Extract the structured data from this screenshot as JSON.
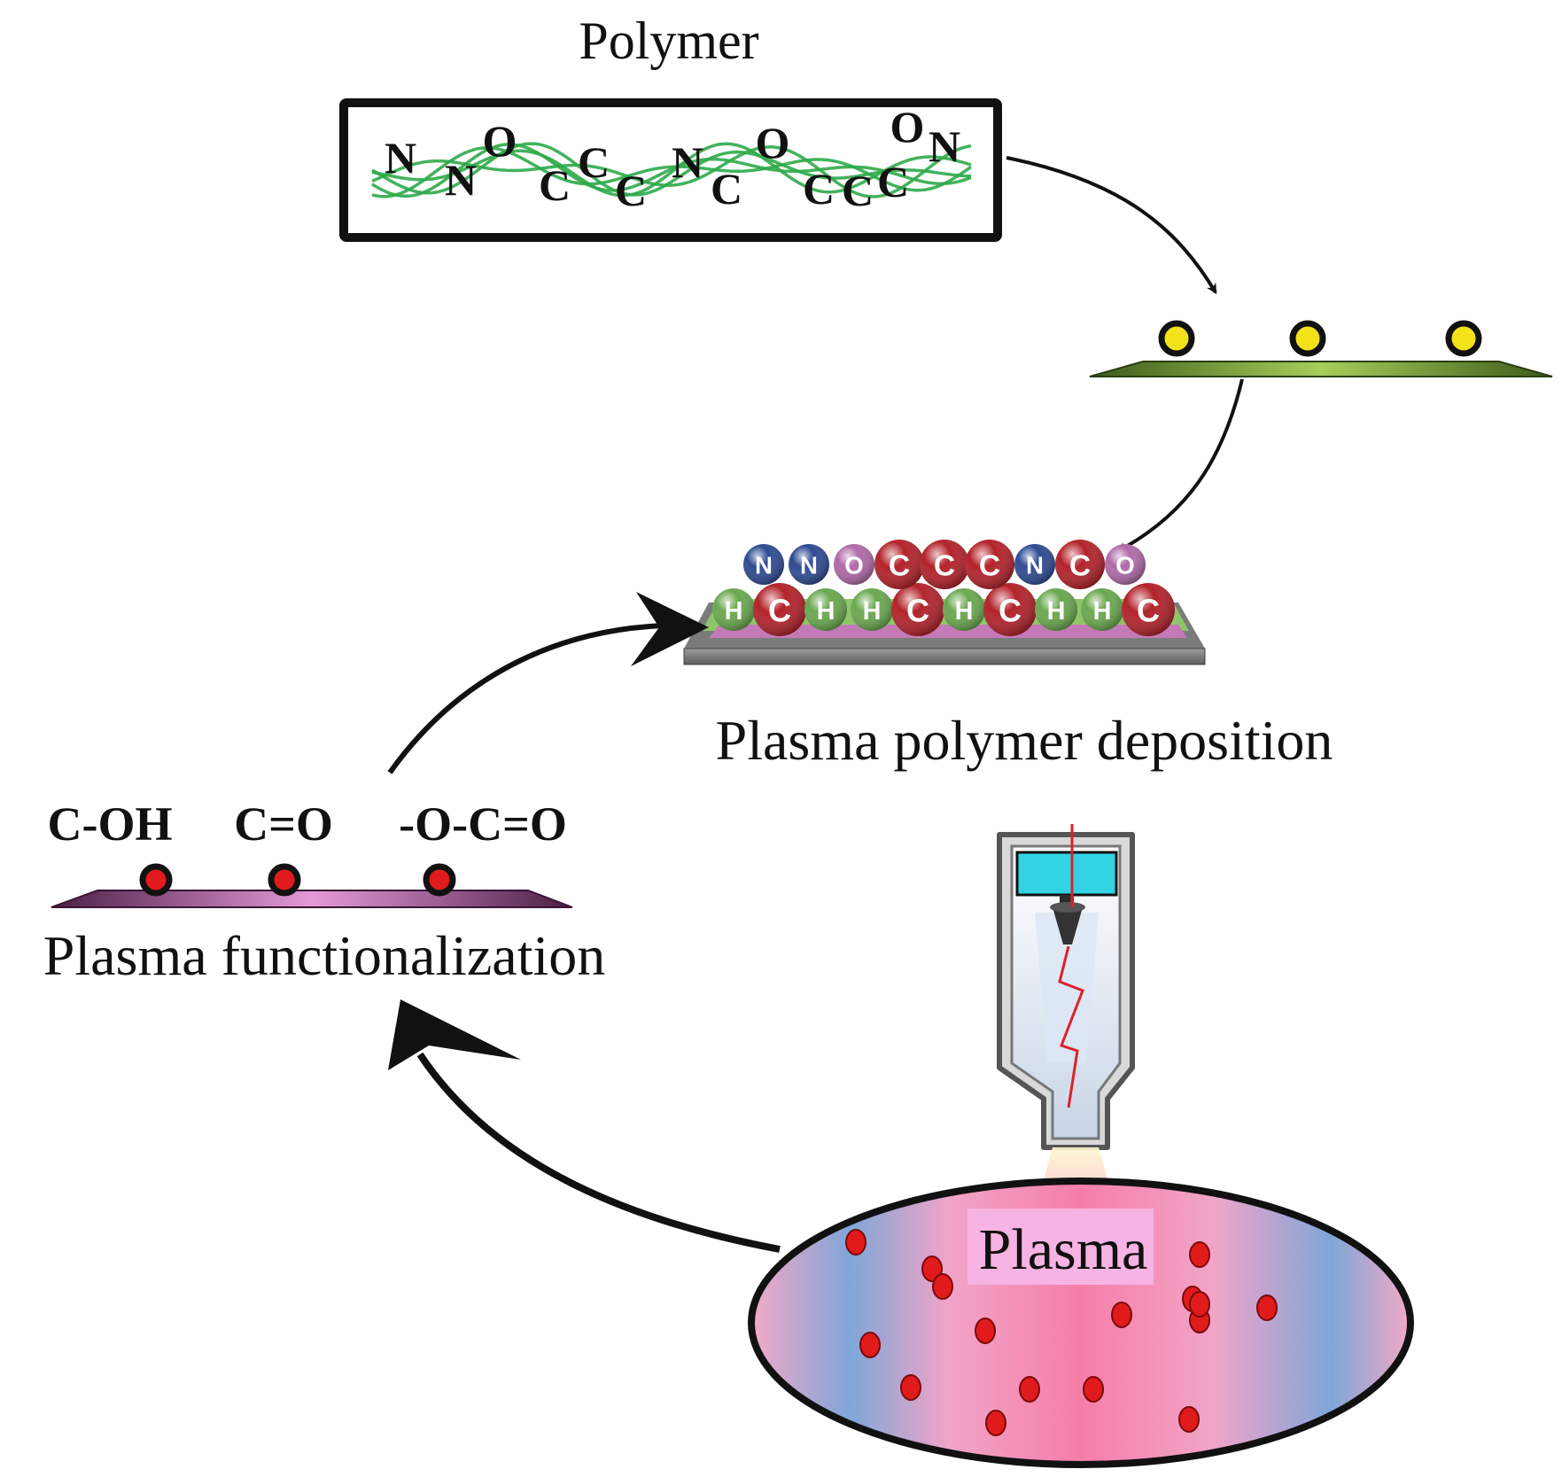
{
  "labels": {
    "polymer": "Polymer",
    "deposition": "Plasma polymer deposition",
    "functionalization": "Plasma functionalization",
    "plasma": "Plasma"
  },
  "functional_groups": [
    "C-OH",
    "C=O",
    "-O-C=O"
  ],
  "polymer_chain_letters": [
    "N",
    "N",
    "O",
    "C",
    "C",
    "C",
    "N",
    "C",
    "O",
    "C",
    "C",
    "C",
    "O",
    "N"
  ],
  "deposited_layer": {
    "top_row": [
      "N",
      "N",
      "O",
      "C",
      "C",
      "C",
      "N",
      "C",
      "O"
    ],
    "bottom_row": [
      "H",
      "C",
      "H",
      "H",
      "C",
      "H",
      "C",
      "H",
      "H",
      "C"
    ]
  },
  "colors": {
    "chain_green": "#2faa4a",
    "substrate_green": "#7fae3c",
    "substrate_pink": "#d47fc8",
    "dot_yellow": "#f2e21a",
    "dot_red": "#e11b1b",
    "atom_N": "#2e4a92",
    "atom_O": "#b06aa8",
    "atom_C": "#b3222a",
    "atom_H": "#6aa84f",
    "plasma_pink": "#f6a9c8",
    "plasma_blue": "#8fb3df",
    "torch_cyan": "#33d3e6",
    "arc_red": "#e0202a"
  }
}
